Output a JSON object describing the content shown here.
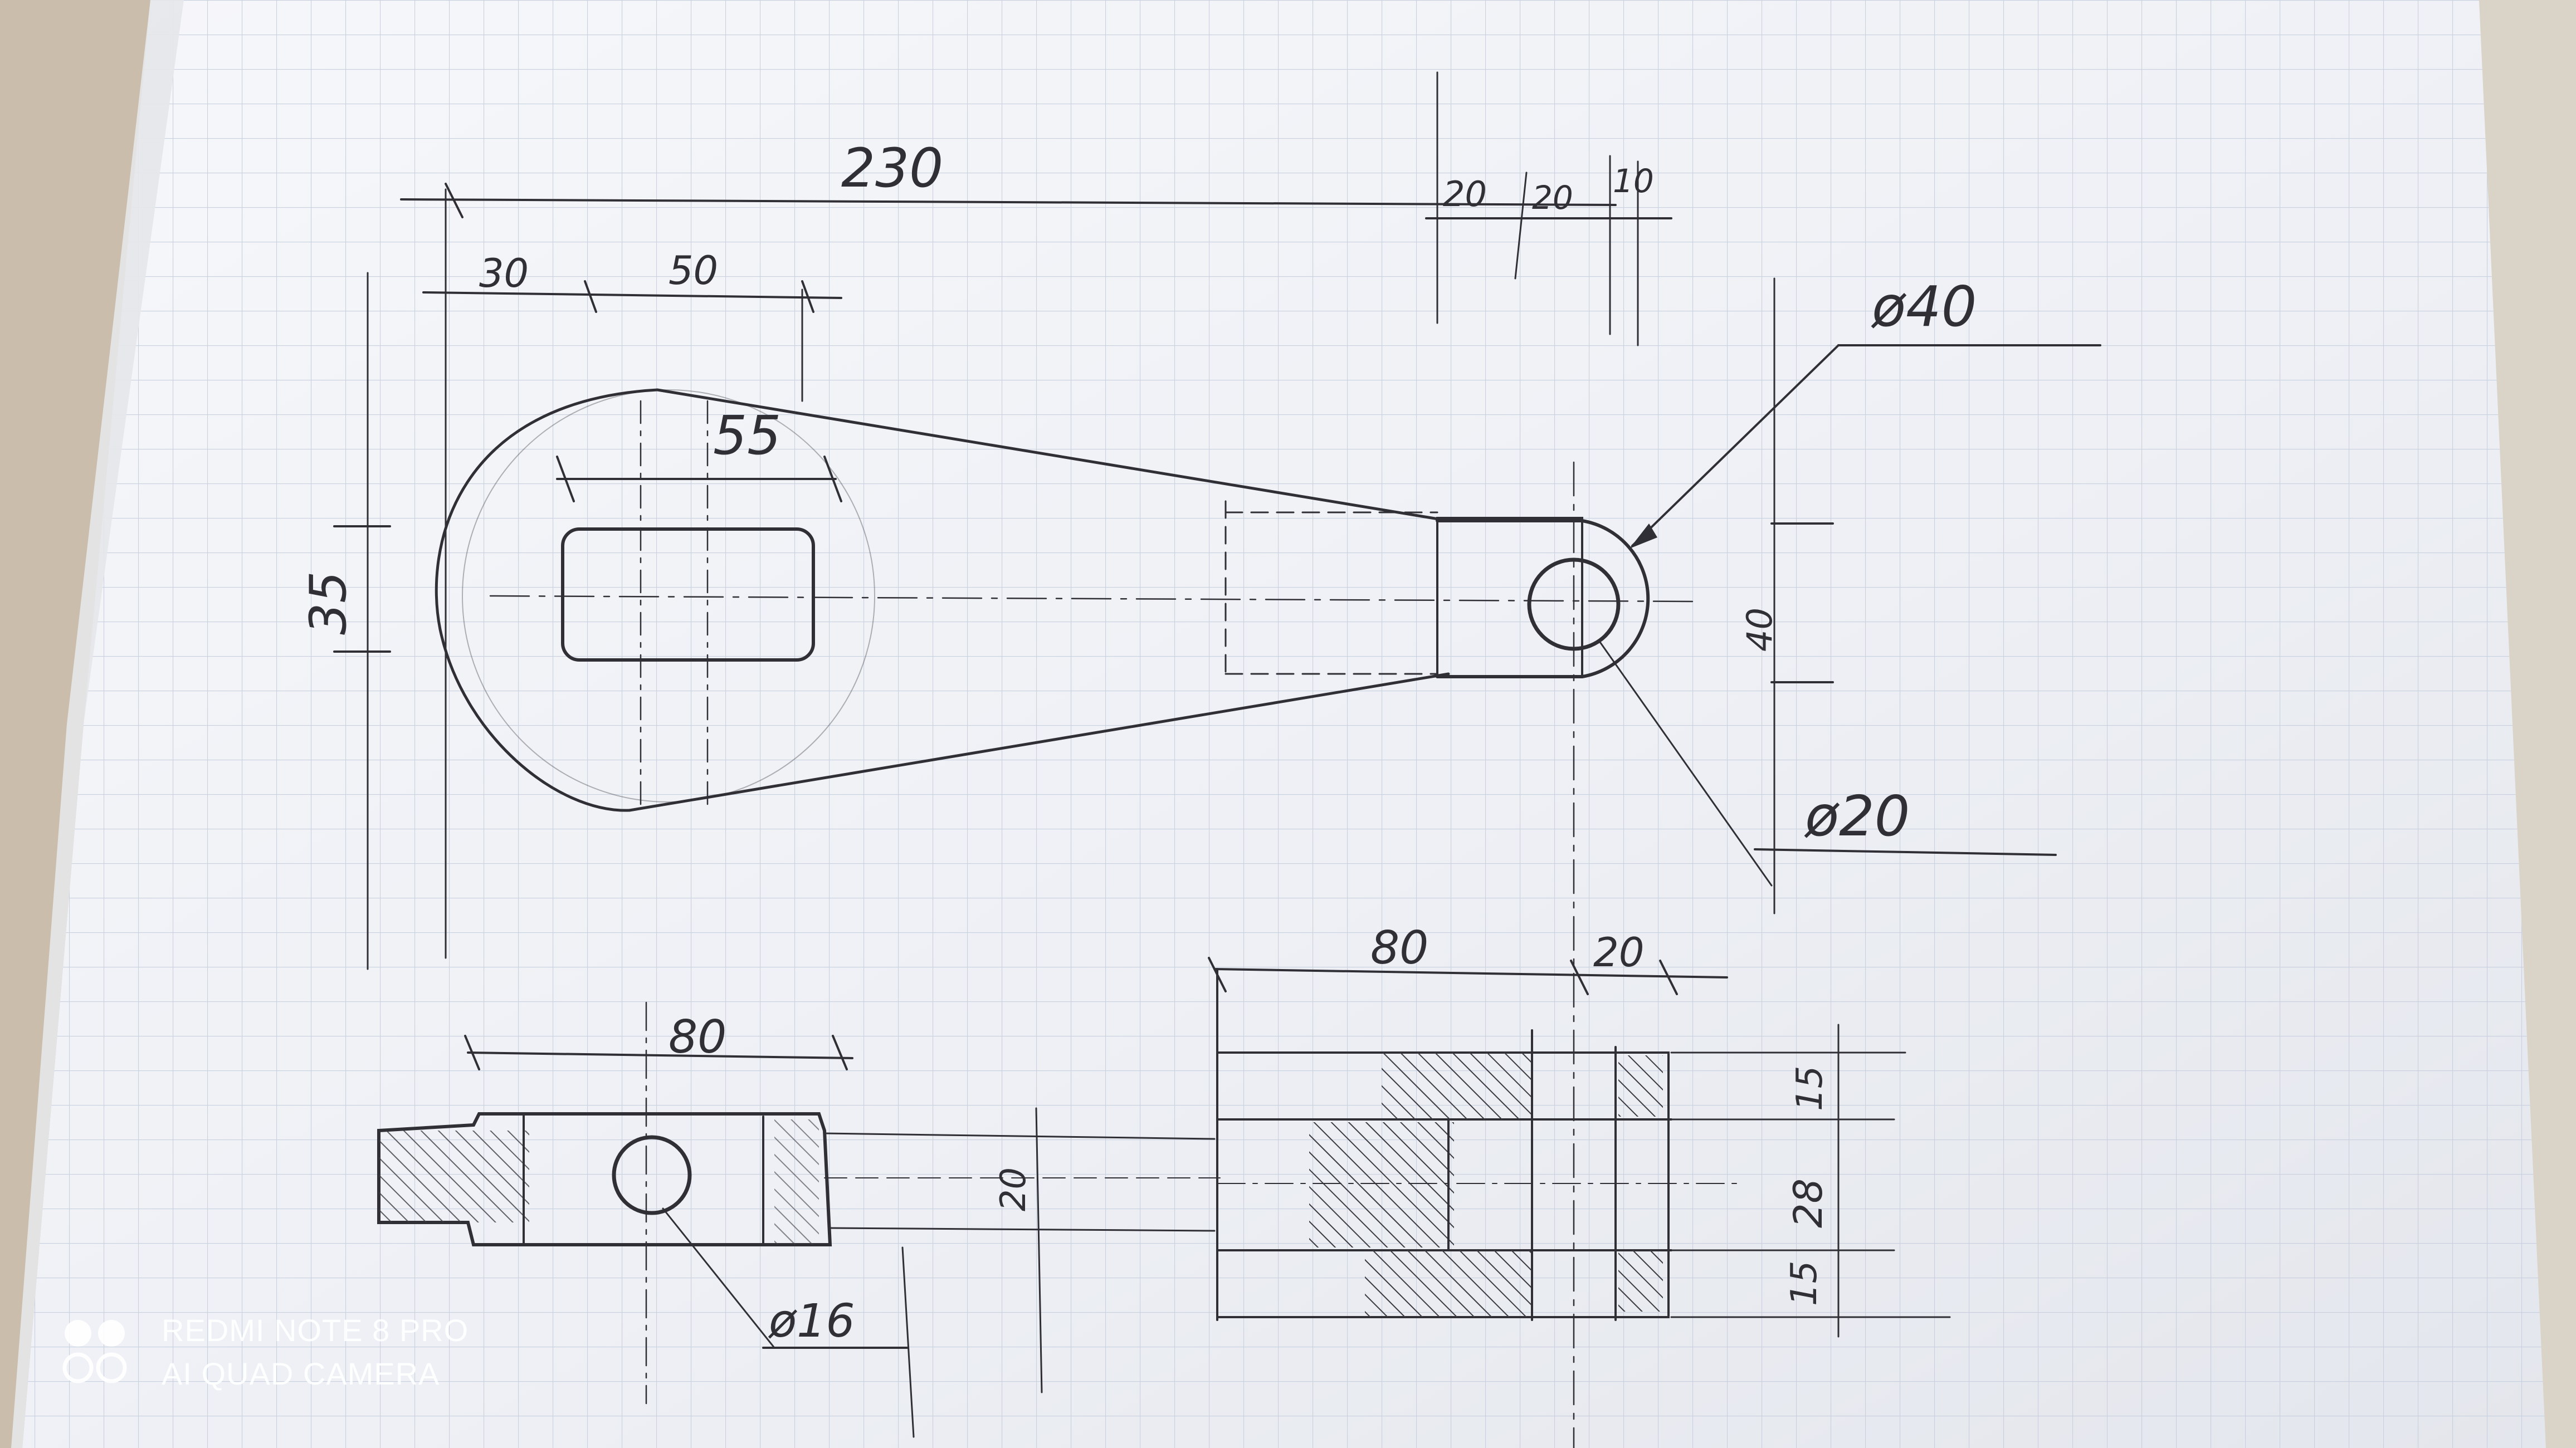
{
  "photo": {
    "description": "",
    "colors": {
      "paper": "#f3f4f7",
      "grid": "#c9cfdc",
      "pencil": "#2e2e33",
      "table": "#cdbfae"
    }
  },
  "drawing": {
    "dimensions": {
      "overall_length": "230",
      "left_offset": "30",
      "slot_span": "50",
      "slot_length": "55",
      "slot_width": "35",
      "eye_offsets_a": "20",
      "eye_offsets_b": "20",
      "eye_offsets_c": "10",
      "boss_dia_outer": "ø40",
      "boss_height": "40",
      "boss_dia_inner": "ø20",
      "bottom_left_width": "80",
      "bottom_left_hole": "ø16",
      "bottom_mid_height": "20",
      "section_width": "80",
      "section_right": "20",
      "section_top_thk": "15",
      "section_mid": "28",
      "section_bot_thk": "15"
    }
  },
  "watermark": {
    "line1": "REDMI NOTE 8 PRO",
    "line2": "AI QUAD CAMERA",
    "logo_icon": "camera-lens-logo-icon"
  }
}
